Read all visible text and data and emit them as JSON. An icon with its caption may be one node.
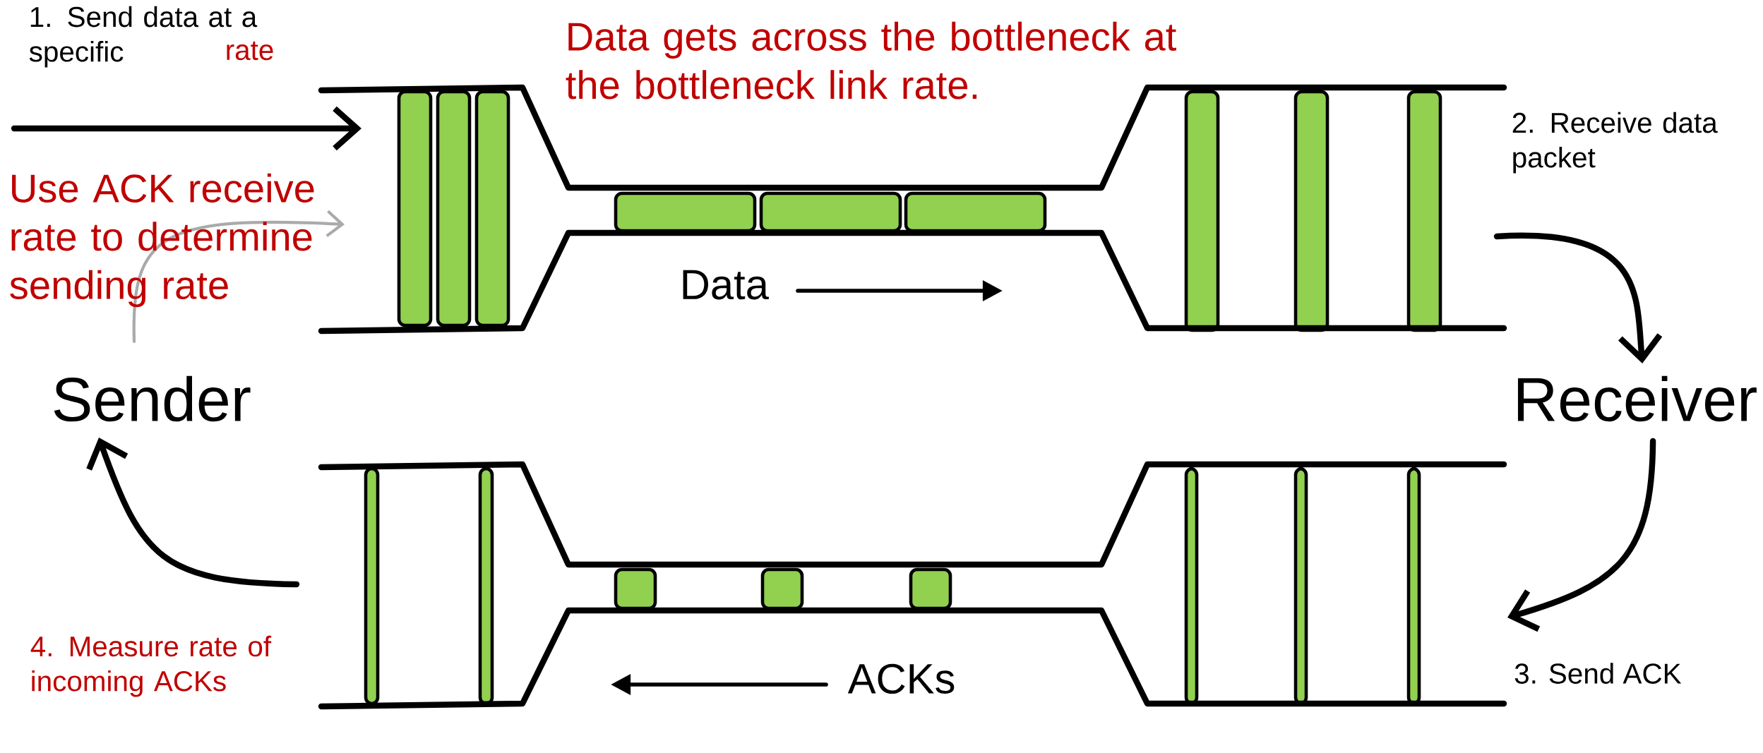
{
  "diagram": {
    "nodes": [
      {
        "text": [
          "Sender"
        ]
      },
      {
        "text": [
          "Receiver"
        ]
      }
    ],
    "edges": [
      {
        "from": null,
        "to": 1,
        "arrow": "to"
      },
      {
        "from": 1,
        "to": null,
        "arrow": "to",
        "label": "3. Send ACK"
      },
      {
        "from": null,
        "to": 0,
        "arrow": "to"
      }
    ],
    "labels": [
      "1. Send data at a specific",
      "rate",
      "Data gets across the bottleneck at the bottleneck link rate.",
      "Use ACK receive rate to determine sending rate",
      "2. Receive data packet",
      "Data",
      "ACKs",
      "4. Measure rate of incoming ACKs"
    ]
  }
}
